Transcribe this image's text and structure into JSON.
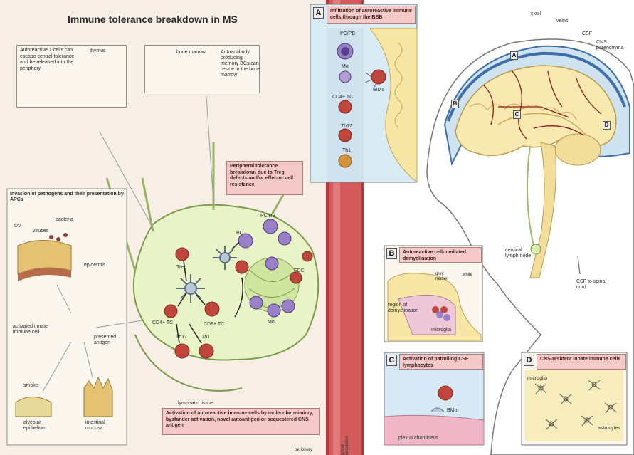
{
  "title": "Immune tolerance breakdown in MS",
  "boxes": {
    "thymus_text": "Autoreactive T cells can escape central tolerance and be released into the periphery",
    "thymus_label": "thymus",
    "marrow_label": "bone marrow",
    "marrow_text": "Autoantibody producing memory BCs can reside in the bone marrow",
    "invasion_header": "Invasion of pathogens and their presentation by APCs",
    "peripheral_tolerance": "Peripheral tolerance breakdown due to Treg defects and/or effector cell resistance",
    "activation": "Activation of autoreactive immune cells by molecular mimicry, bystander activation, novel autoantigen or sequestered CNS antigen"
  },
  "labels": {
    "uv": "UV",
    "viruses": "viruses",
    "bacteria": "bacteria",
    "epidermis": "epidermis",
    "activated_innate": "activated innate immune cell",
    "presented_antigen": "presented antigen",
    "smoke": "smoke",
    "alveolar": "alveolar epithelium",
    "intestinal": "intestinal mucosa",
    "lymphatic_tissue": "lymphatic tissue",
    "periphery": "periphery",
    "blood_circulation": "blood circulation",
    "treg": "Treg",
    "cd4_tc": "CD4+ TC",
    "cd8_tc": "CD8+ TC",
    "th17": "Th17",
    "th1": "Th1",
    "bc": "BC",
    "pc_pb": "PC/PB",
    "fdc": "FDC",
    "mo": "Mo",
    "bmo": "BMo",
    "skull": "skull",
    "veins": "veins",
    "csf": "CSF",
    "cns_parenchyma": "CNS parenchyma",
    "cervical_lymph_node": "cervical lymph node",
    "csf_to_spinal": "CSF to spinal cord"
  },
  "panels": {
    "A": {
      "letter": "A",
      "title": "Infiltration of autoreactive immune cells through the BBB",
      "cells": [
        "PC/PB",
        "Mo",
        "CD4+ TC",
        "Th17",
        "Th1"
      ],
      "bmo": "BMo"
    },
    "B": {
      "letter": "B",
      "title": "Autoreactive cell-mediated demyelination",
      "grey": "grey matter",
      "white": "white",
      "region": "region of demyelination",
      "microglia": "microglia"
    },
    "C": {
      "letter": "C",
      "title": "Activation of patrolling CSF lymphocytes",
      "plexus": "plexus choroideus",
      "bmo": "BMo"
    },
    "D": {
      "letter": "D",
      "title": "CNS-resident innate immune cells",
      "microglia": "microglia",
      "astrocytes": "astrocytes"
    }
  },
  "brain_letters": [
    "A",
    "B",
    "C",
    "D"
  ],
  "colors": {
    "tissue": "#e8f4c8",
    "tissue_edge": "#7c9a4a",
    "vessel": "#d9585a",
    "cell": "#c0463c",
    "bcell": "#8b6bc4",
    "pink_box": "#f6c9c9",
    "panel_bg": "#d6e9f4",
    "brain": "#f7e9b0"
  }
}
